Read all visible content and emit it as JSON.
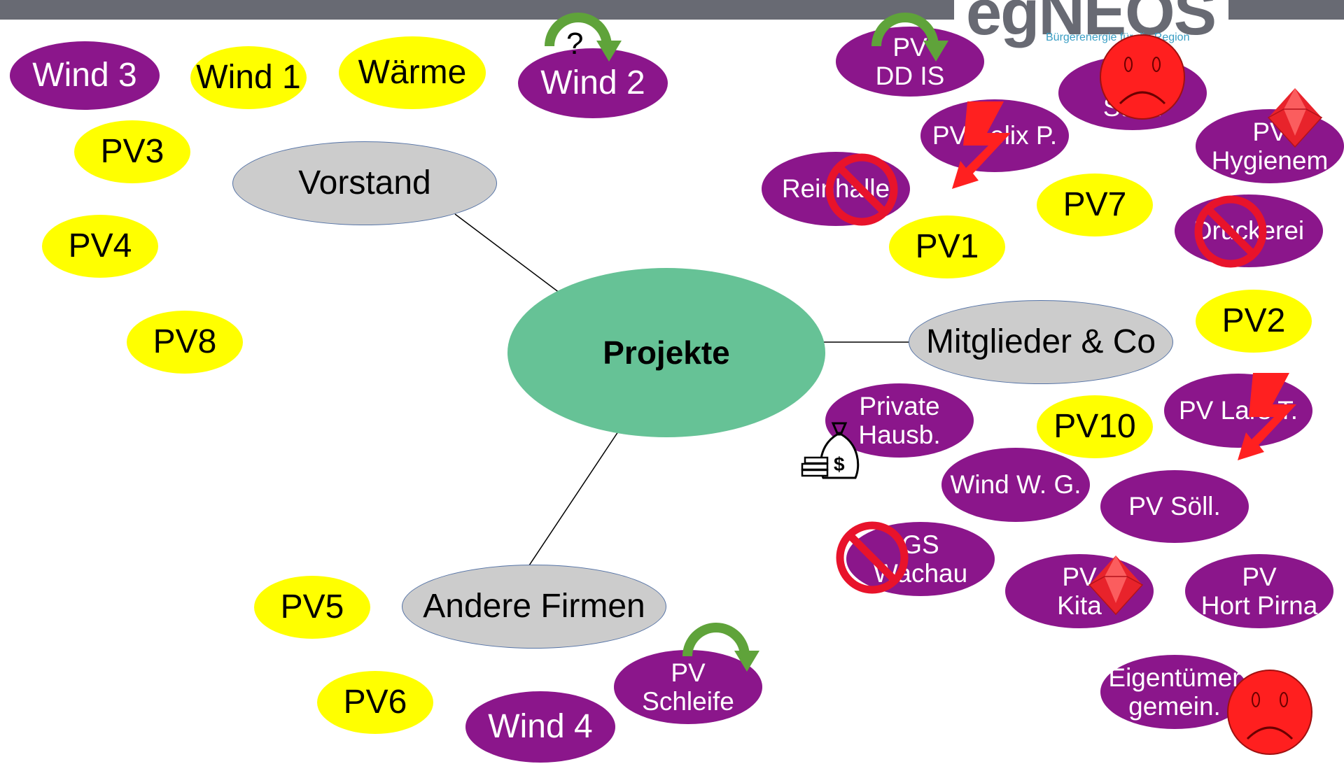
{
  "logo": {
    "brand": "egNEOS",
    "tagline": "Bürgerenergie für die Region"
  },
  "center": {
    "label": "Projekte"
  },
  "categories": {
    "vorstand": "Vorstand",
    "mitglieder": "Mitglieder & Co",
    "andere_firmen": "Andere Firmen"
  },
  "yellow_projects": {
    "wind1": "Wind 1",
    "waerme": "Wärme",
    "pv3": "PV3",
    "pv4": "PV4",
    "pv8": "PV8",
    "pv5": "PV5",
    "pv6": "PV6",
    "pv7": "PV7",
    "pv1": "PV1",
    "pv2": "PV2",
    "pv10": "PV10"
  },
  "purple_projects": {
    "wind3": "Wind 3",
    "wind2": "Wind 2",
    "wind4": "Wind 4",
    "pv_dd_is": "PV\nDD IS",
    "pv_stein": "PV\nStein",
    "pv_felix": "PV Felix P.",
    "reinhalle": "Reinhalle",
    "pv_hygienem": "PV\nHygienem",
    "druckerei": "Druckerei",
    "private_hausb": "Private\nHausb.",
    "pv_lars": "PV Lars T.",
    "wind_wg": "Wind W. G.",
    "pv_soell": "PV Söll.",
    "gs_wachau": "GS\nWachau",
    "pv_kita": "PV\nKita",
    "pv_hort_pirna": "PV\nHort Pirna",
    "pv_schleife": "PV\nSchleife",
    "eigentuemer": "Eigentümer\ngemein."
  },
  "markers": {
    "question": "?"
  },
  "colors": {
    "yellow": "#ffff00",
    "purple": "#8b168b",
    "gray": "#cccccc",
    "center": "#66c296",
    "topbar": "#686a73",
    "sad_face": "#ff1f1f",
    "lightning": "#ff2020",
    "green_arrow": "#5fa33a",
    "prohibit": "#e8132b",
    "diamond": "#e8232b"
  },
  "icons": [
    "green-u-turn-arrow-icon",
    "sad-face-icon",
    "red-lightning-icon",
    "prohibition-sign-icon",
    "red-diamond-icon",
    "money-bag-icon"
  ]
}
